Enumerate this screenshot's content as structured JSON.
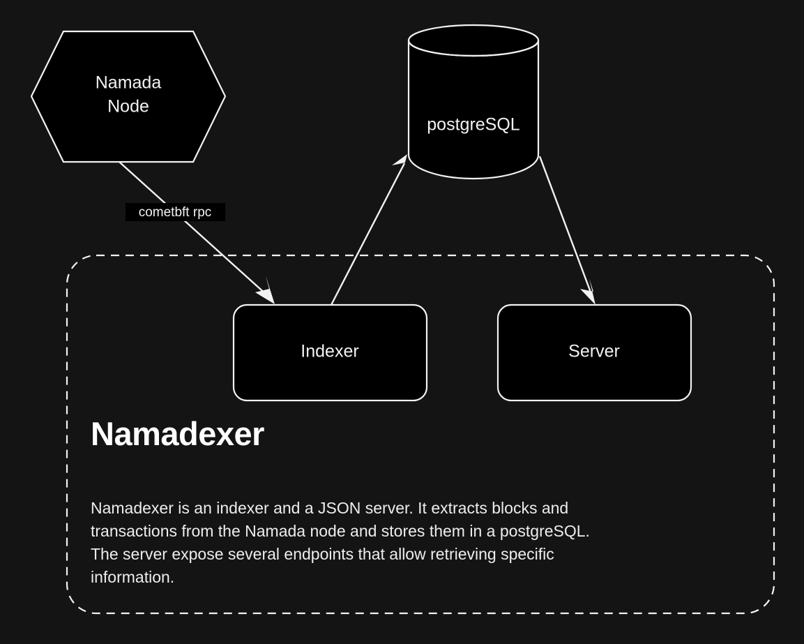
{
  "diagram": {
    "type": "flowchart",
    "background_color": "#141414",
    "stroke_color": "#f2f2f2",
    "node_fill_color": "#000000",
    "nodes": [
      {
        "id": "namada-node",
        "shape": "hexagon",
        "label_line1": "Namada",
        "label_line2": "Node"
      },
      {
        "id": "postgresql",
        "shape": "cylinder",
        "label": "postgreSQL"
      },
      {
        "id": "indexer",
        "shape": "rounded-rect",
        "label": "Indexer"
      },
      {
        "id": "server",
        "shape": "rounded-rect",
        "label": "Server"
      }
    ],
    "edges": [
      {
        "id": "node-to-indexer",
        "from": "namada-node",
        "to": "indexer",
        "label": "cometbft rpc",
        "arrow": "to"
      },
      {
        "id": "indexer-to-postgres",
        "from": "indexer",
        "to": "postgresql",
        "label": "",
        "arrow": "to"
      },
      {
        "id": "postgres-to-server",
        "from": "postgresql",
        "to": "server",
        "label": "",
        "arrow": "to"
      }
    ],
    "cluster": {
      "id": "namadexer-cluster",
      "border_style": "dashed",
      "title": "Namadexer",
      "description": "Namadexer is an indexer and a JSON server. It extracts blocks and\ntransactions from the Namada node and stores them in a postgreSQL.\nThe server expose several endpoints that allow retrieving specific\ninformation."
    }
  }
}
